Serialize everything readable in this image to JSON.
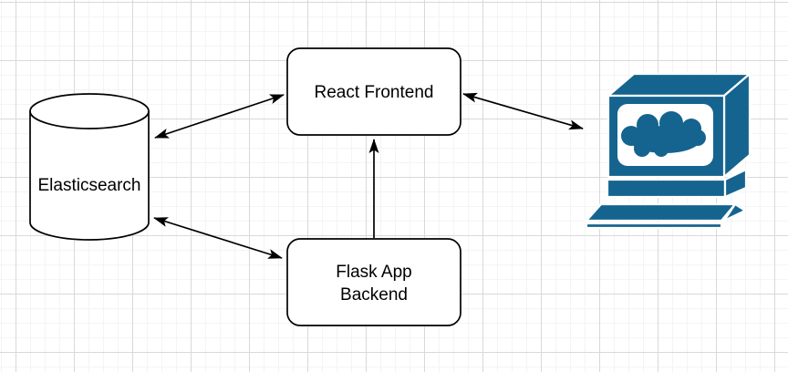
{
  "colors": {
    "canvas_bg": "#ffffff",
    "grid_minor": "#f4f4f4",
    "grid_major": "#d9d9d9",
    "node_fill": "#ffffff",
    "stroke": "#000000",
    "icon_blue": "#15648F"
  },
  "nodes": {
    "elasticsearch": {
      "label": "Elasticsearch",
      "shape": "cylinder"
    },
    "react_frontend": {
      "label": "React Frontend",
      "shape": "rounded-rectangle"
    },
    "flask_backend": {
      "label_line1": "Flask App",
      "label_line2": "Backend",
      "shape": "rounded-rectangle"
    },
    "client": {
      "icon": "computer-with-cloud-icon"
    }
  },
  "edges": [
    {
      "from": "elasticsearch",
      "to": "react_frontend",
      "arrows": "both"
    },
    {
      "from": "elasticsearch",
      "to": "flask_backend",
      "arrows": "both"
    },
    {
      "from": "flask_backend",
      "to": "react_frontend",
      "arrows": "end"
    },
    {
      "from": "react_frontend",
      "to": "client",
      "arrows": "both"
    }
  ]
}
